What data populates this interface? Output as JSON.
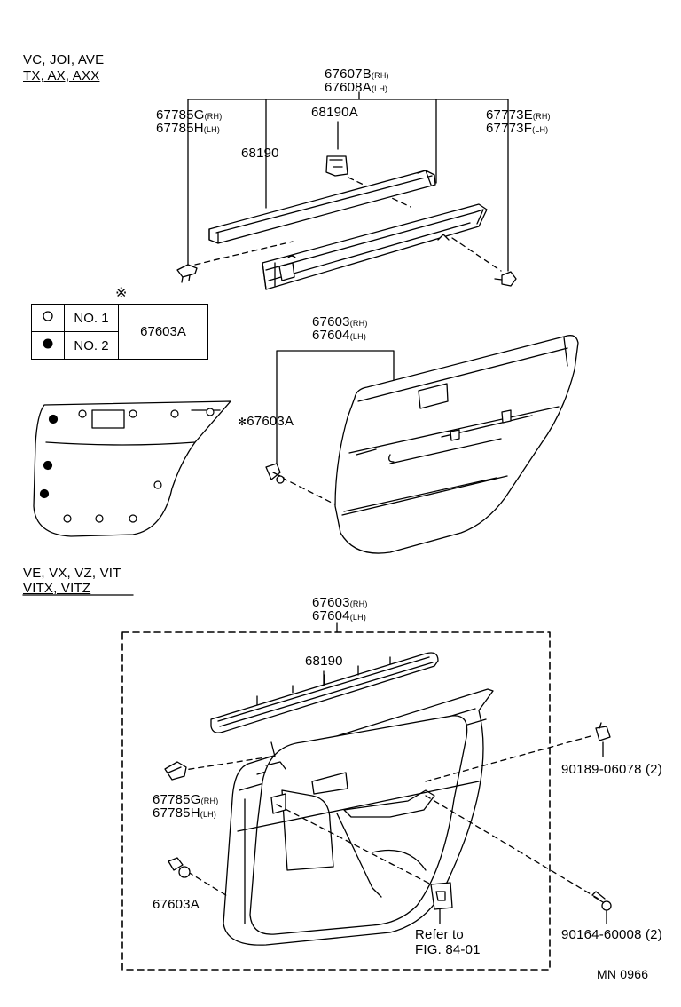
{
  "sections": {
    "top": {
      "models_line1": "VC, JOI, AVE",
      "models_line2": "TX, AX, AXX"
    },
    "bottom": {
      "models_line1": "VE, VX, VZ, VIT",
      "models_line2": "VITX, VITZ"
    }
  },
  "labels": {
    "t_panel_rh": "67607B",
    "t_panel_rh_suf": "(RH)",
    "t_panel_lh": "67608A",
    "t_panel_lh_suf": "(LH)",
    "t_clip": "68190A",
    "t_g": "67785G",
    "t_g_suf": "(RH)",
    "t_h": "67785H",
    "t_h_suf": "(LH)",
    "t_68190": "68190",
    "t_e": "67773E",
    "t_e_suf": "(RH)",
    "t_f": "67773F",
    "t_f_suf": "(LH)",
    "m_rh": "67603",
    "m_rh_suf": "(RH)",
    "m_lh": "67604",
    "m_lh_suf": "(LH)",
    "m_clip": "67603A",
    "b_rh": "67603",
    "b_rh_suf": "(RH)",
    "b_lh": "67604",
    "b_lh_suf": "(LH)",
    "b_68190": "68190",
    "b_g": "67785G",
    "b_g_suf": "(RH)",
    "b_h": "67785H",
    "b_h_suf": "(LH)",
    "b_clip": "67603A",
    "b_screw1": "90189-06078 (2)",
    "b_screw2": "90164-60008 (2)",
    "refer1": "Refer to",
    "refer2": "FIG. 84-01",
    "code": "MN 0966"
  },
  "legend": {
    "mark": "※",
    "row1": "NO. 1",
    "row2": "NO. 2",
    "part": "67603A",
    "asterisk": "✻"
  }
}
